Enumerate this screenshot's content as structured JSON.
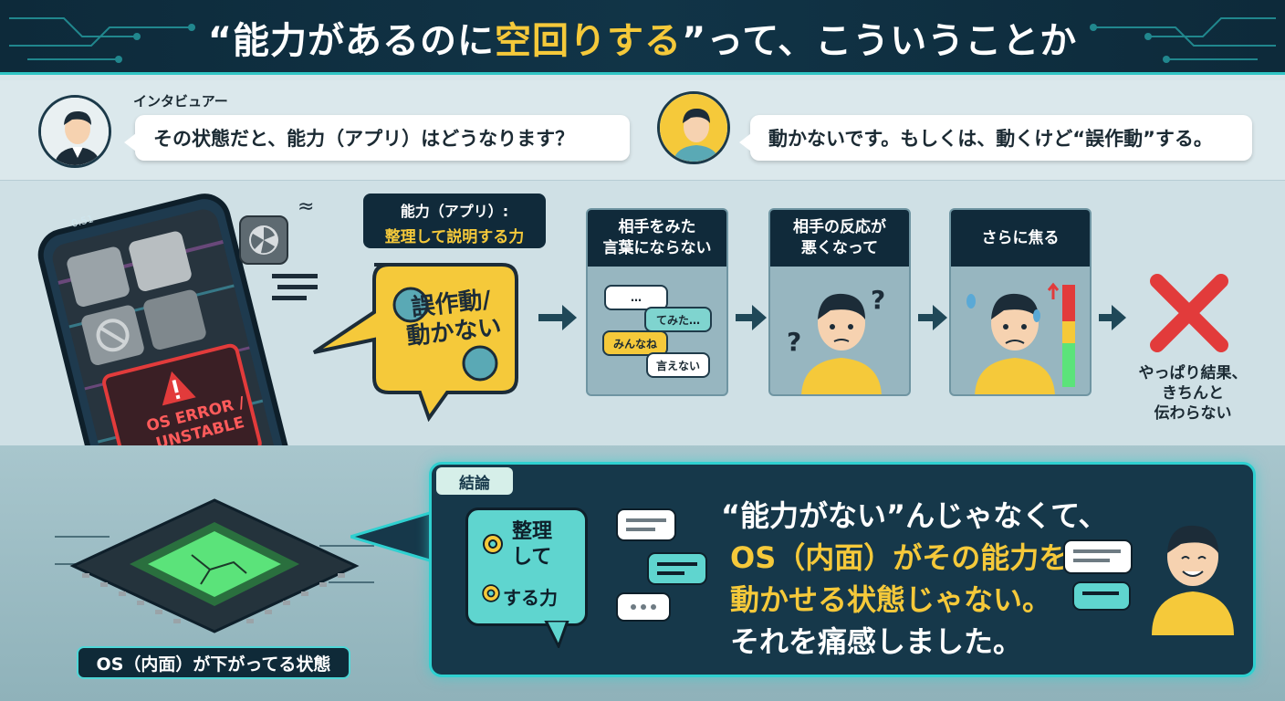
{
  "header": {
    "title_pre": "“能力があるのに",
    "title_highlight": "空回りする",
    "title_post": "”って、こういうことか"
  },
  "interview": {
    "interviewer_label": "インタビュアー",
    "question": "その状態だと、能力（アプリ）はどうなります？",
    "answer": "動かないです。もしくは、動くけど“誤作動”する。"
  },
  "phone": {
    "error_line1": "OS ERROR /",
    "error_line2": "UNSTABLE",
    "status_left": "0:51",
    "caption": "OS（内面）が下がってる状態"
  },
  "ability": {
    "label_line1": "能力（アプリ）:",
    "label_line2": "整理して説明する力",
    "malfunction_line1": "誤作動/",
    "malfunction_line2": "動かない"
  },
  "steps": [
    {
      "head_line1": "相手をみた",
      "head_line2": "言葉にならない",
      "bubbles": [
        "…",
        "てみた…",
        "みんなね",
        "言えない"
      ]
    },
    {
      "head_line1": "相手の反応が",
      "head_line2": "悪くなって",
      "marks": [
        "?",
        "?"
      ]
    },
    {
      "head_line1": "さらに焦る",
      "head_line2": ""
    }
  ],
  "result": {
    "line1": "やっぱり結果、",
    "line2": "きちんと",
    "line3": "伝わらない"
  },
  "conclusion": {
    "tag": "結論",
    "skill_line1": "整理",
    "skill_line2": "して",
    "skill_line3": "する力",
    "line1": "“能力がない”んじゃなくて、",
    "line2": "OS（内面）がその能力を",
    "line3": "動かせる状態じゃない。",
    "line4": "それを痛感しました。"
  },
  "colors": {
    "navy": "#0f2a38",
    "accent_cyan": "#2fd0d0",
    "accent_yellow": "#f5c93a",
    "error_red": "#e23b3b",
    "chip_green": "#5be37a"
  }
}
